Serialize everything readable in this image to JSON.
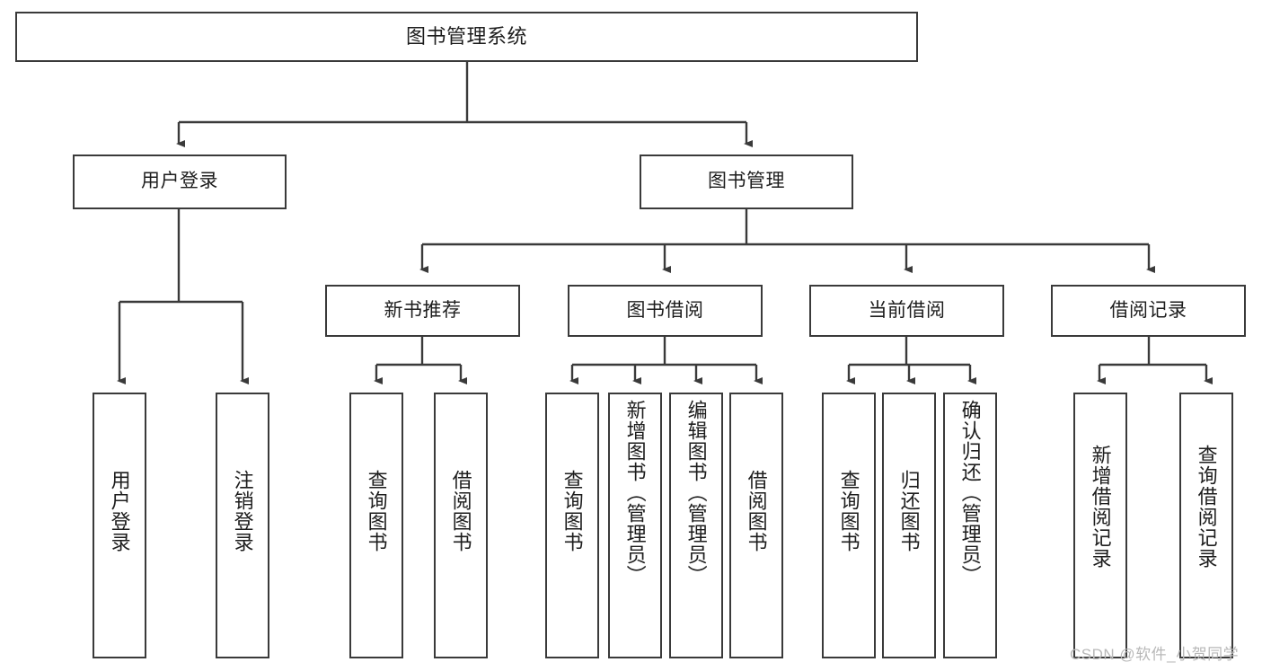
{
  "diagram": {
    "type": "hierarchy-tree",
    "title": "图书管理系统",
    "root": {
      "label": "图书管理系统"
    },
    "level1": [
      {
        "label": "用户登录"
      },
      {
        "label": "图书管理"
      }
    ],
    "level2": [
      {
        "label": "新书推荐"
      },
      {
        "label": "图书借阅"
      },
      {
        "label": "当前借阅"
      },
      {
        "label": "借阅记录"
      }
    ],
    "leaves": {
      "user_login": [
        {
          "label": "用户登录"
        },
        {
          "label": "注销登录"
        }
      ],
      "new_book_recommend": [
        {
          "label": "查询图书"
        },
        {
          "label": "借阅图书"
        }
      ],
      "book_borrow": [
        {
          "label": "查询图书"
        },
        {
          "label": "新增图书（管理员）"
        },
        {
          "label": "编辑图书（管理员）"
        },
        {
          "label": "借阅图书"
        }
      ],
      "current_borrow": [
        {
          "label": "查询图书"
        },
        {
          "label": "归还图书"
        },
        {
          "label": "确认归还（管理员）"
        }
      ],
      "borrow_record": [
        {
          "label": "新增借阅记录"
        },
        {
          "label": "查询借阅记录"
        }
      ]
    }
  },
  "watermark": {
    "text": "CSDN @软件_小贺同学"
  },
  "colors": {
    "border": "#3a3a3a",
    "background": "#ffffff",
    "text": "#1d1d1d",
    "watermark": "#b8b8b8"
  }
}
